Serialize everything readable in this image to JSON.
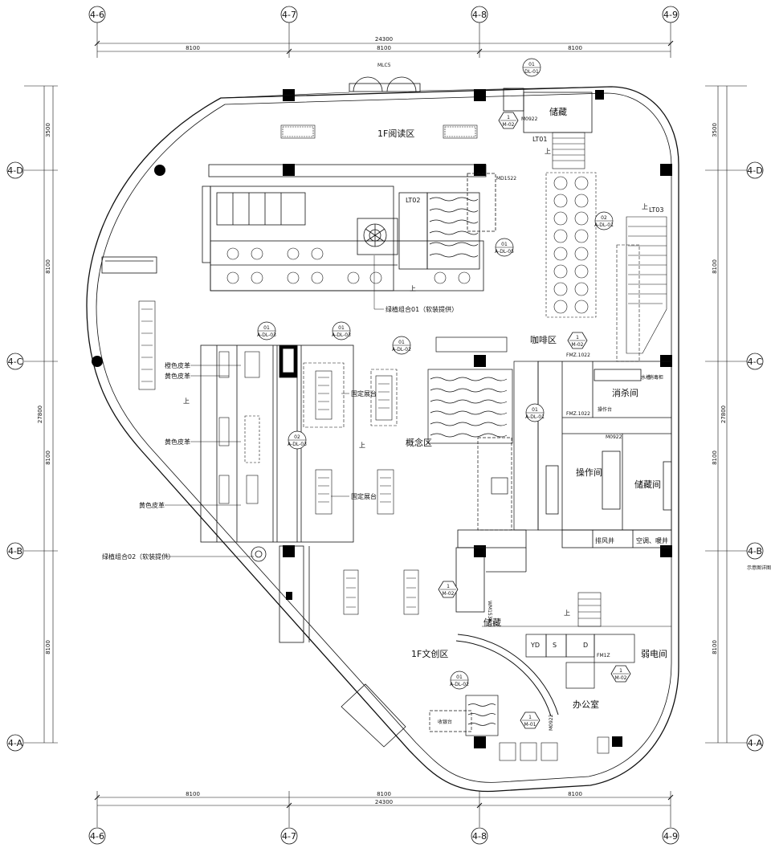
{
  "axes": {
    "columns": [
      "4-6",
      "4-7",
      "4-8",
      "4-9"
    ],
    "rows": [
      "4-D",
      "4-C",
      "4-B",
      "4-A"
    ]
  },
  "dimensions": {
    "top_total": "24300",
    "top_spans": [
      "8100",
      "8100",
      "8100"
    ],
    "bottom_total": "24300",
    "bottom_spans": [
      "8100",
      "8100",
      "8100"
    ],
    "left_total": "27800",
    "left_spans": [
      "3500",
      "8100",
      "8100",
      "8100"
    ],
    "right_total": "27800",
    "right_spans": [
      "3500",
      "8100",
      "8100",
      "8100"
    ]
  },
  "rooms": {
    "reading": "1F阅读区",
    "storage_top": "储藏",
    "lt01": "LT01",
    "lt02": "LT02",
    "lt03": "LT03",
    "coffee": "咖啡区",
    "concept": "概念区",
    "disinfection": "消杀间",
    "operation": "操作间",
    "storage_room": "储藏间",
    "exhaust": "排风井",
    "hvac": "空调、暖井",
    "storage_mid": "储藏",
    "creative": "1F文创区",
    "weak_power": "弱电间",
    "office": "办公室",
    "cashier": "收银台"
  },
  "callouts": {
    "orange_leather": "橙色皮革",
    "yellow_leather_1": "黄色皮革",
    "yellow_leather_2": "黄色皮革",
    "yellow_leather_3": "黄色皮革",
    "plant_combo_1": "绿植组合01（软装提供）",
    "plant_combo_2": "绿植组合02（软装提供）",
    "fixed_display_1": "固定展台",
    "fixed_display_2": "固定展台",
    "up_1": "上",
    "up_2": "上",
    "up_3": "上",
    "up_4": "上",
    "up_5": "上",
    "up_6": "上"
  },
  "tags": {
    "mlc5": "MLC5",
    "m0922_top": "M0922",
    "md1522": "MD1522",
    "fmz_1022_a": "FMZ.1022",
    "fmz_1022_b": "FMZ.1022",
    "m0922_mid": "M0922",
    "fm1z": "FM1Z",
    "m0922_bottom": "M0922",
    "yd": "YD",
    "s": "S",
    "d": "D",
    "wm1538": "WM1538",
    "operation_table": "操作台",
    "sink": "水槽",
    "disinfect_cabinet": "消毒柜"
  },
  "hex_markers": [
    {
      "num": "1",
      "code": "M-02"
    },
    {
      "num": "1",
      "code": "M-02"
    },
    {
      "num": "1",
      "code": "M-02"
    },
    {
      "num": "1",
      "code": "M-02"
    },
    {
      "num": "1",
      "code": "M-01"
    }
  ],
  "detail_markers": [
    {
      "num": "01",
      "code": "DL-01"
    },
    {
      "num": "01",
      "code": "A-DL-05"
    },
    {
      "num": "02",
      "code": "A-DL-01"
    },
    {
      "num": "01",
      "code": "A-DL-03"
    },
    {
      "num": "01",
      "code": "A-DL-03"
    },
    {
      "num": "01",
      "code": "A-DL-02"
    },
    {
      "num": "01",
      "code": "A-DL-01"
    },
    {
      "num": "02",
      "code": "A-DL-03"
    },
    {
      "num": "01",
      "code": "A-DL-02"
    }
  ],
  "stamp_note": "示意图详图",
  "colors": {
    "line": "#111111",
    "column_fill": "#000000"
  }
}
